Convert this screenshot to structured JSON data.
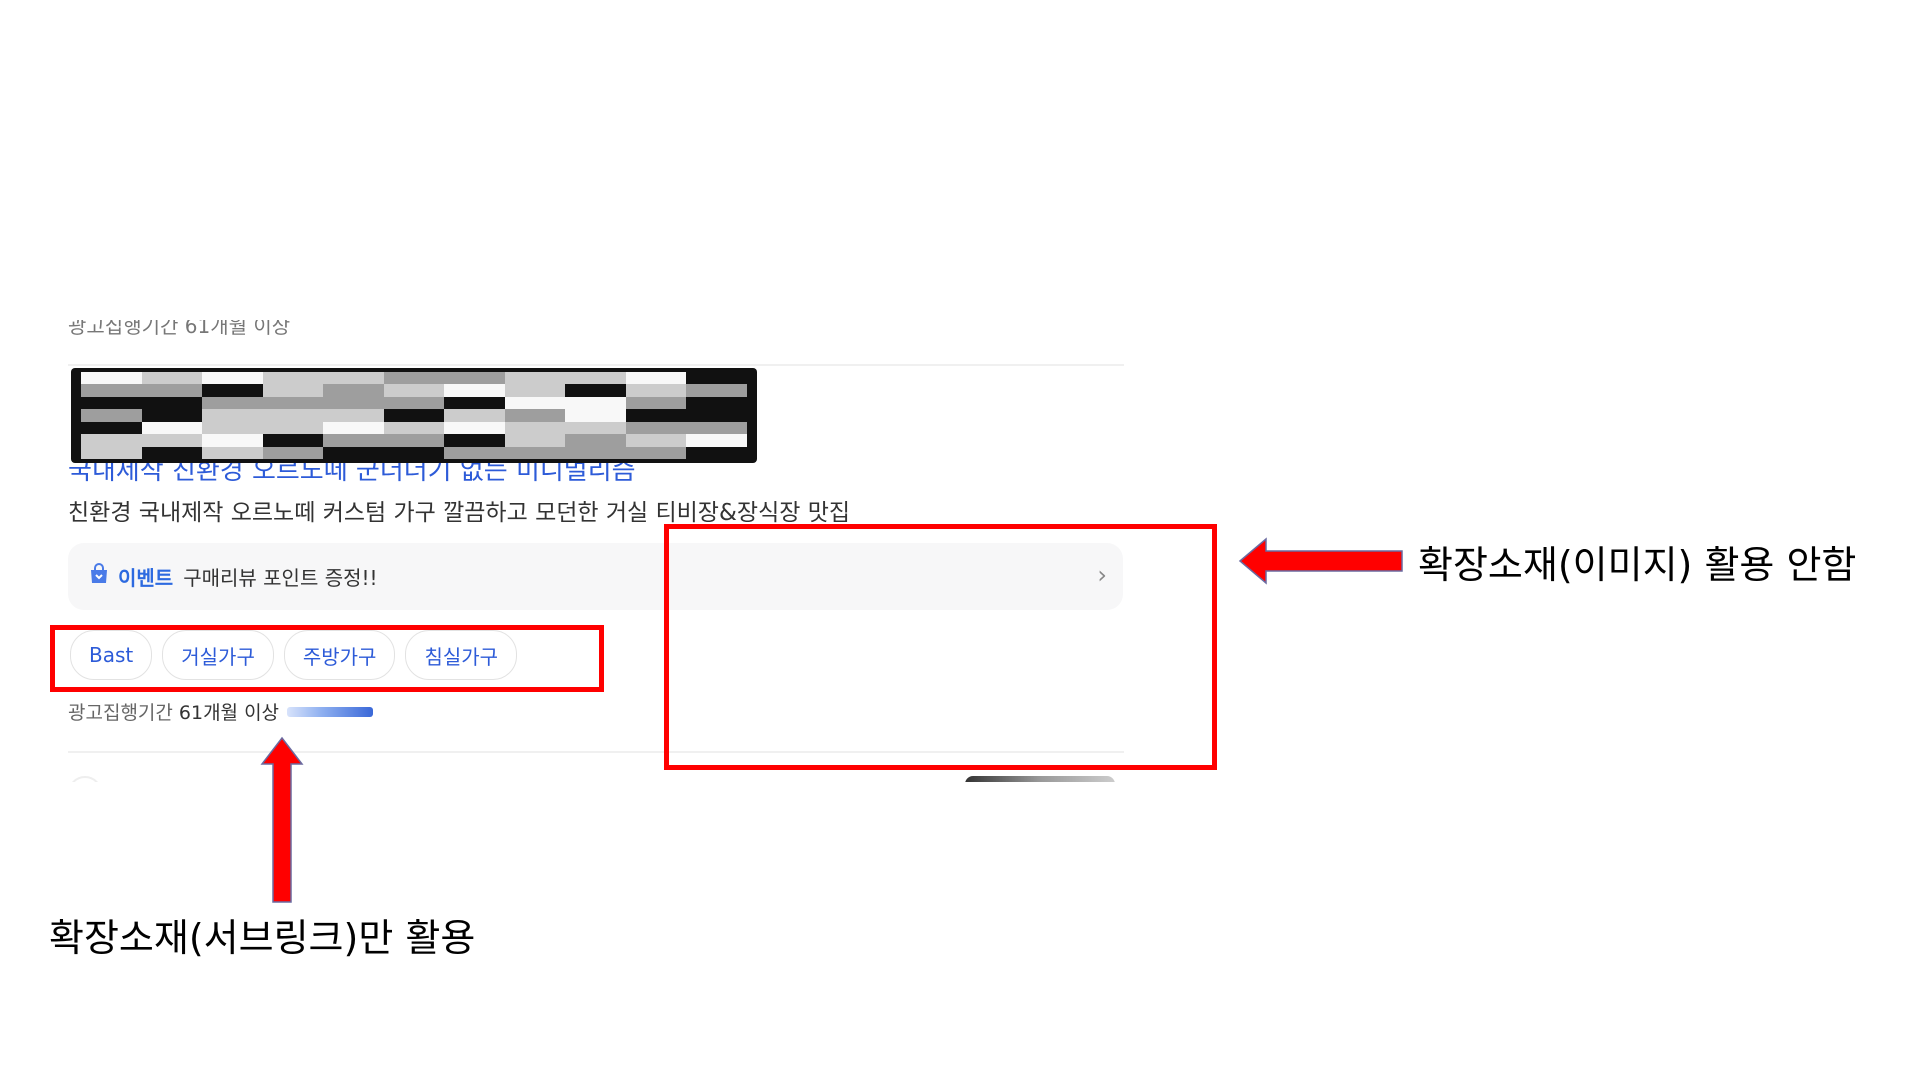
{
  "ad": {
    "partial_top_text": "광고집행기간 61개월 이상",
    "title_partial": "국내제작 친환경 오르노떼 군더더기 없는 미니멀리즘",
    "description": "친환경 국내제작 오르노떼 커스텀 가구 깔끔하고 모던한 거실 티비장&장식장 맛집",
    "event": {
      "icon": "shopping-bag-icon",
      "label": "이벤트",
      "text": "구매리뷰 포인트 증정!!",
      "chevron": "›"
    },
    "sublinks": [
      "Bast",
      "거실가구",
      "주방가구",
      "침실가구"
    ],
    "duration": {
      "label": "광고집행기간",
      "value": "61개월 이상"
    }
  },
  "annotations": {
    "image_note": "확장소재(이미지) 활용 안함",
    "sublink_note": "확장소재(서브링크)만 활용"
  },
  "colors": {
    "highlight": "#ff0000",
    "link": "#2d5bd8",
    "event_label": "#2d6ae0"
  }
}
